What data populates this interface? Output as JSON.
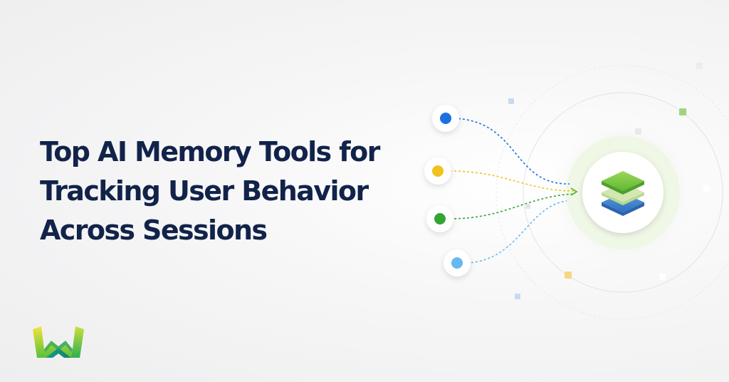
{
  "headline": {
    "line1": "Top AI Memory Tools for",
    "line2": "Tracking User Behavior",
    "line3": "Across Sessions"
  },
  "colors": {
    "headline": "#12234a",
    "source_blue": "#1f6fe0",
    "source_yellow": "#f2c21b",
    "source_green": "#33a532",
    "source_light_blue": "#66b8f0",
    "stack_top": "#7fce44",
    "stack_middle": "#cde5a8",
    "stack_bottom": "#3f84d1"
  },
  "icons": {
    "logo": "brand-logo-icon",
    "hub": "layers-stack-icon"
  }
}
